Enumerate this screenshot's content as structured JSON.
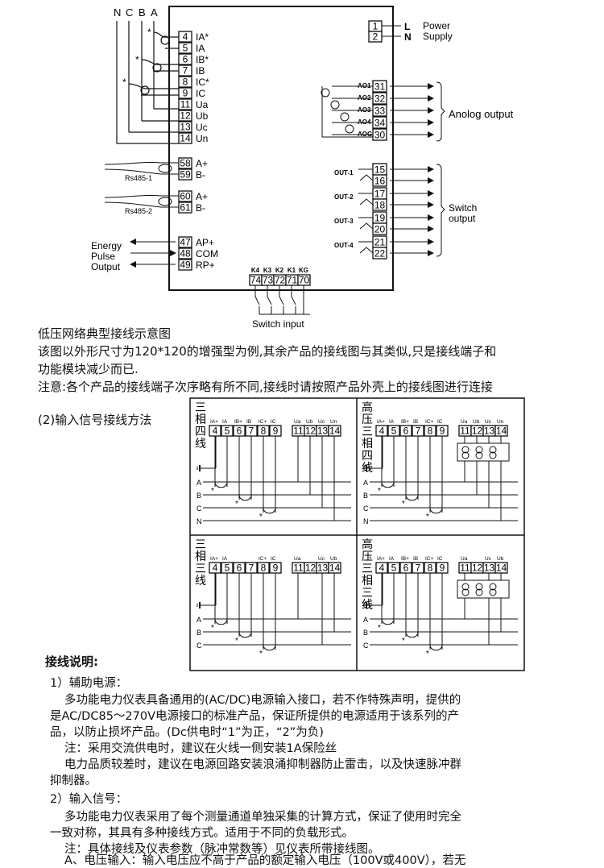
{
  "top_diagram": {
    "phase_labels": [
      "N",
      "C",
      "B",
      "A"
    ],
    "terminals_left": [
      {
        "num": "4",
        "label": "IA*"
      },
      {
        "num": "5",
        "label": "IA"
      },
      {
        "num": "6",
        "label": "IB*"
      },
      {
        "num": "7",
        "label": "IB"
      },
      {
        "num": "8",
        "label": "IC*"
      },
      {
        "num": "9",
        "label": "IC"
      },
      {
        "num": "11",
        "label": "Ua"
      },
      {
        "num": "12",
        "label": "Ub"
      },
      {
        "num": "13",
        "label": "Uc"
      },
      {
        "num": "14",
        "label": "Un"
      }
    ],
    "rs485": [
      {
        "name": "Rs485-1",
        "pins": [
          {
            "num": "58",
            "label": "A+"
          },
          {
            "num": "59",
            "label": "B-"
          }
        ]
      },
      {
        "name": "Rs485-2",
        "pins": [
          {
            "num": "60",
            "label": "A+"
          },
          {
            "num": "61",
            "label": "B-"
          }
        ]
      }
    ],
    "energy_pulse": {
      "label_lines": [
        "Energy",
        "Pulse",
        "Output"
      ],
      "pins": [
        {
          "num": "47",
          "label": "AP+"
        },
        {
          "num": "48",
          "label": "COM"
        },
        {
          "num": "49",
          "label": "RP+"
        }
      ]
    },
    "power": {
      "pins": [
        {
          "num": "1",
          "label": "L"
        },
        {
          "num": "2",
          "label": "N"
        }
      ],
      "label_lines": [
        "Power",
        "Supply"
      ]
    },
    "analog": {
      "channels": [
        {
          "name": "AO1",
          "num": "31"
        },
        {
          "name": "AO2",
          "num": "32"
        },
        {
          "name": "AO3",
          "num": "33"
        },
        {
          "name": "AO4",
          "num": "34"
        },
        {
          "name": "AOG",
          "num": "30"
        }
      ],
      "label": "Anolog output"
    },
    "switch_out": {
      "groups": [
        {
          "name": "OUT-1",
          "nums": [
            "15",
            "16"
          ]
        },
        {
          "name": "OUT-2",
          "nums": [
            "17",
            "18"
          ]
        },
        {
          "name": "OUT-3",
          "nums": [
            "19",
            "20"
          ]
        },
        {
          "name": "OUT-4",
          "nums": [
            "21",
            "22"
          ]
        }
      ],
      "label_lines": [
        "Switch",
        "output"
      ]
    },
    "switch_in": {
      "keys": [
        "K4",
        "K3",
        "K2",
        "K1",
        "KG"
      ],
      "nums": [
        "74",
        "73",
        "72",
        "71",
        "70"
      ],
      "label": "Switch input"
    }
  },
  "captions": [
    "低压网络典型接线示意图",
    "该图以外形尺寸为120*120的增强型为例,其余产品的接线图与其类似,只是接线端子和",
    "功能模块减少而已.",
    "注意:各个产品的接线端子次序略有所不同,接线时请按照产品外壳上的接线图进行连接"
  ],
  "section2_title": "(2)输入信号接线方法",
  "panels": [
    {
      "title_chars": [
        "三",
        "相",
        "四",
        "线"
      ],
      "current_labels": [
        "IA+",
        "IA",
        "IB+",
        "IB",
        "IC+",
        "IC"
      ],
      "voltage_labels": [
        "Ua",
        "Ub",
        "Uc",
        "Un"
      ],
      "lines": [
        "A",
        "B",
        "C",
        "N"
      ]
    },
    {
      "title_chars": [
        "高",
        "压",
        "三",
        "相",
        "四",
        "线"
      ],
      "current_labels": [
        "IA+",
        "IA",
        "IB+",
        "IB",
        "IC+",
        "IC"
      ],
      "voltage_labels": [
        "Ua",
        "Ub",
        "Uc",
        "Un"
      ],
      "lines": [
        "A",
        "B",
        "C",
        "N"
      ]
    },
    {
      "title_chars": [
        "三",
        "相",
        "三",
        "线"
      ],
      "current_labels": [
        "IA+",
        "IA",
        "",
        "",
        "IC+",
        "IC"
      ],
      "voltage_labels": [
        "Ua",
        "",
        "Uc",
        "Ub"
      ],
      "lines": [
        "A",
        "B",
        "C"
      ]
    },
    {
      "title_chars": [
        "高",
        "压",
        "三",
        "相",
        "三",
        "线"
      ],
      "current_labels": [
        "IA+",
        "IA",
        "IB+",
        "IB",
        "IC+",
        "IC"
      ],
      "voltage_labels": [
        "Ua",
        "",
        "Uc",
        "Ub"
      ],
      "lines": [
        "A",
        "B",
        "C"
      ]
    }
  ],
  "terminal_nums": {
    "current": [
      "4",
      "5",
      "6",
      "7",
      "8",
      "9"
    ],
    "voltage": [
      "11",
      "12",
      "13",
      "14"
    ]
  },
  "notes": {
    "heading": "接线说明:",
    "s1_title": "1）辅助电源：",
    "s1_lines": [
      "多功能电力仪表具备通用的(AC/DC)电源输入接口，若不作特殊声明，提供的",
      "是AC/DC85～270V电源接口的标准产品，保证所提供的电源适用于该系列的产",
      "品，以防止损坏产品。(Dc供电时“1”为正，“2”为负)",
      "注：采用交流供电时，建议在火线一侧安装1A保险丝",
      "电力品质较差时，建议在电源回路安装浪涌抑制器防止雷击，以及快速脉冲群",
      "抑制器。"
    ],
    "s2_title": "2）输入信号：",
    "s2_lines": [
      "多功能电力仪表采用了每个测量通道单独采集的计算方式，保证了使用时完全",
      "一致对称，其具有多种接线方式。适用于不同的负载形式。",
      "注：具体接线及仪表参数（脉冲常数等）见仪表所带接线图。",
      "A、电压输入：输入电压应不高于产品的额定输入电压（100V或400V），若无"
    ]
  }
}
